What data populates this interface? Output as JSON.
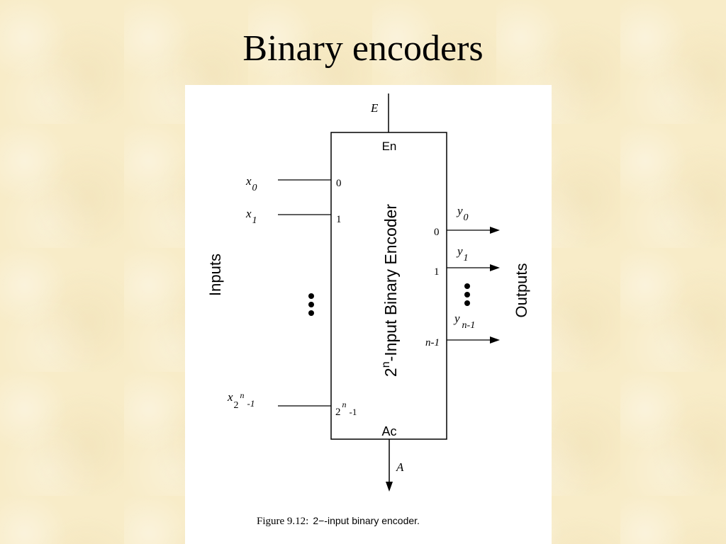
{
  "slide": {
    "title": "Binary encoders"
  },
  "diagram": {
    "block_title_base": "2",
    "block_title_exp": "n",
    "block_title_rest": "-Input Binary Encoder",
    "enable_pin": "En",
    "active_pin": "Ac",
    "enable_signal": "E",
    "active_signal": "A",
    "inputs_group_label": "Inputs",
    "outputs_group_label": "Outputs",
    "inputs": [
      {
        "var": "x",
        "sub": "0",
        "sub_exp": "",
        "sub_tail": "",
        "pin": "0",
        "pin_exp": "",
        "pin_tail": ""
      },
      {
        "var": "x",
        "sub": "1",
        "sub_exp": "",
        "sub_tail": "",
        "pin": "1",
        "pin_exp": "",
        "pin_tail": ""
      },
      {
        "var": "x",
        "sub": "2",
        "sub_exp": "n",
        "sub_tail": "-1",
        "pin": "2",
        "pin_exp": "n",
        "pin_tail": "-1"
      }
    ],
    "outputs": [
      {
        "var": "y",
        "sub": "0",
        "pin": "0"
      },
      {
        "var": "y",
        "sub": "1",
        "pin": "1"
      },
      {
        "var": "y",
        "sub": "n-1",
        "pin": "n-1"
      }
    ],
    "caption_prefix": "Figure 9.12:",
    "caption_text": "2−-input binary encoder."
  }
}
